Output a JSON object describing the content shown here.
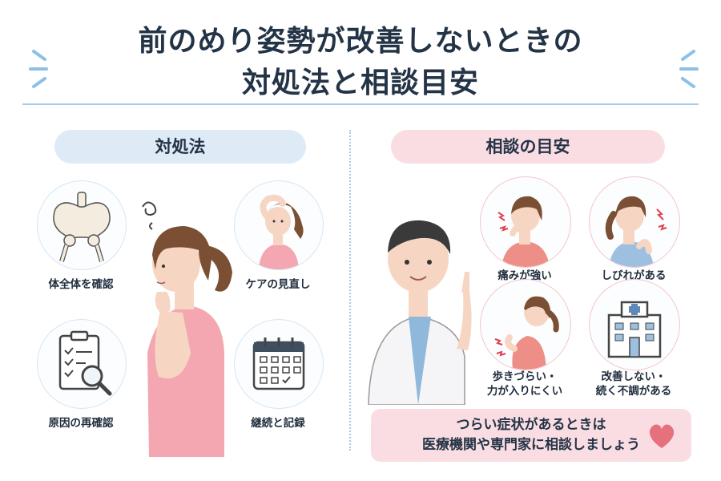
{
  "title": {
    "line1": "前のめり姿勢が改善しないときの",
    "line2": "対処法と相談目安"
  },
  "left_section": {
    "heading": "対処法",
    "items": [
      {
        "label": "体全体を確認",
        "icon": "pelvis-icon"
      },
      {
        "label": "ケアの見直し",
        "icon": "neck-stretch-icon"
      },
      {
        "label": "原因の再確認",
        "icon": "clipboard-magnifier-icon"
      },
      {
        "label": "継続と記録",
        "icon": "calendar-icon"
      }
    ]
  },
  "right_section": {
    "heading": "相談の目安",
    "items": [
      {
        "label": "痛みが強い",
        "icon": "neck-pain-icon"
      },
      {
        "label": "しびれがある",
        "icon": "numbness-icon"
      },
      {
        "label_line1": "歩きづらい・",
        "label_line2": "力が入りにくい",
        "icon": "back-pain-icon"
      },
      {
        "label_line1": "改善しない・",
        "label_line2": "続く不調がある",
        "icon": "hospital-icon"
      }
    ],
    "note": {
      "line1": "つらい症状があるときは",
      "line2": "医療機関や専門家に相談しましょう"
    }
  },
  "colors": {
    "accent_blue": "#a9cbe7",
    "pill_blue": "#dfeaf7",
    "pill_pink": "#f9dde2",
    "heart": "#e6707c",
    "title_text": "#243447"
  }
}
